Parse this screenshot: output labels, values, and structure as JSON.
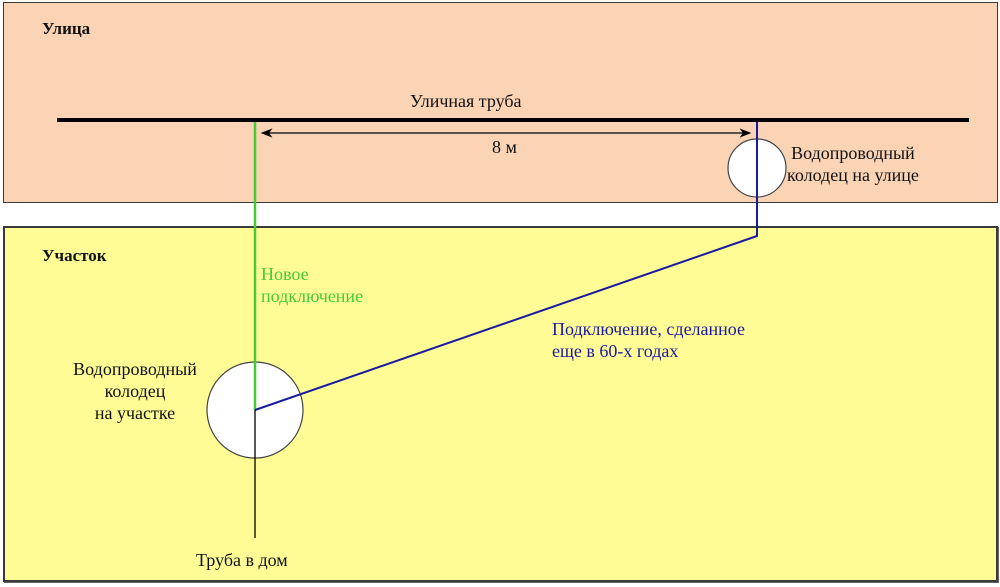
{
  "zones": {
    "street": {
      "label": "Улица",
      "color": "#fad4b4"
    },
    "plot": {
      "label": "Участок",
      "color": "#fffc96"
    }
  },
  "street_pipe": {
    "label": "Уличная труба",
    "color": "#000000"
  },
  "distance": {
    "label": "8 м"
  },
  "street_well": {
    "label_line1": "Водопроводный",
    "label_line2": "колодец на улице"
  },
  "plot_well": {
    "label_line1": "Водопроводный",
    "label_line2": "колодец",
    "label_line3": "на участке"
  },
  "new_connection": {
    "label_line1": "Новое",
    "label_line2": "подключение",
    "color": "#44cc33"
  },
  "old_connection": {
    "label_line1": "Подключение, сделанное",
    "label_line2": "еще в 60-х годах",
    "color": "#1a1aa0"
  },
  "house_pipe": {
    "label": "Труба в дом"
  }
}
